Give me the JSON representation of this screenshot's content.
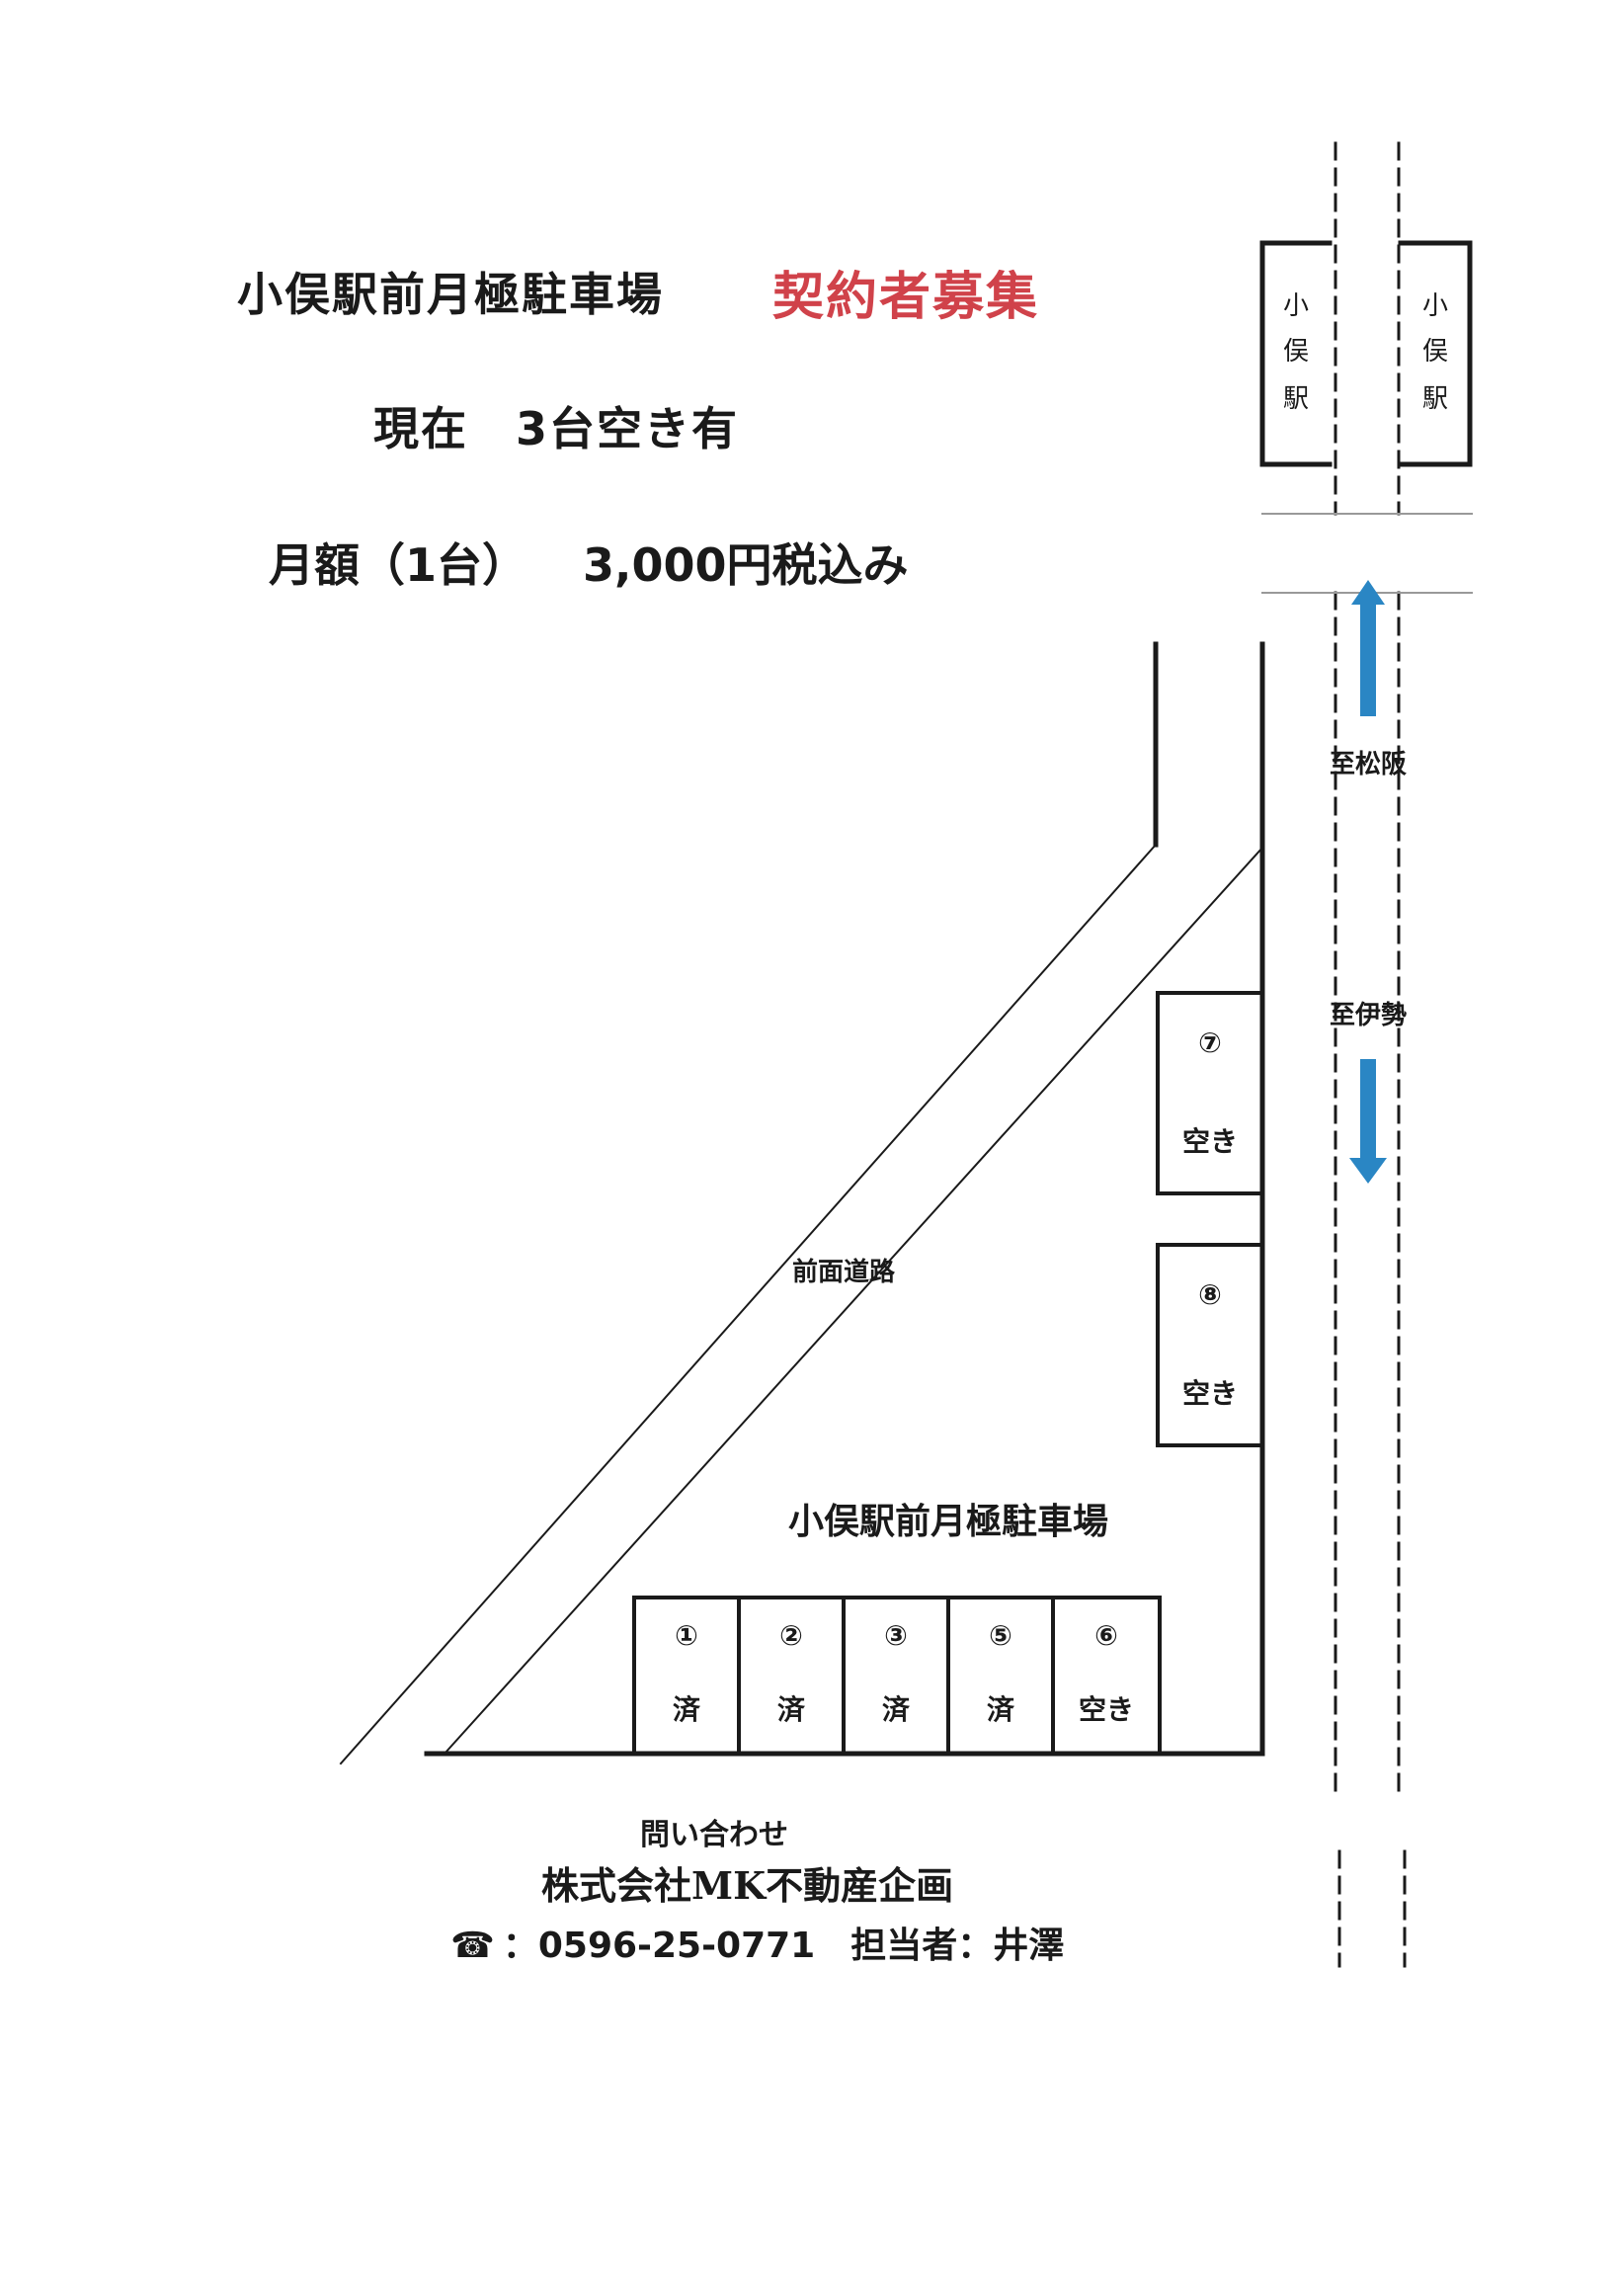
{
  "header": {
    "title": "小俣駅前月極駐車場",
    "recruit": "契約者募集",
    "availability": "現在　3台空き有",
    "price_label": "月額（1台）",
    "price_value": "3,000円税込み"
  },
  "map": {
    "station_left": [
      "小",
      "俣",
      "駅"
    ],
    "station_right": [
      "小",
      "俣",
      "駅"
    ],
    "to_matsusaka": "至松阪",
    "to_ise": "至伊勢",
    "front_road": "前面道路",
    "lot_name": "小俣駅前月極駐車場",
    "arrow_color": "#2a86c4",
    "bottom_spaces": [
      {
        "number": "①",
        "status": "済"
      },
      {
        "number": "②",
        "status": "済"
      },
      {
        "number": "③",
        "status": "済"
      },
      {
        "number": "⑤",
        "status": "済"
      },
      {
        "number": "⑥",
        "status": "空き"
      }
    ],
    "side_spaces": [
      {
        "number": "⑦",
        "status": "空き"
      },
      {
        "number": "⑧",
        "status": "空き"
      }
    ]
  },
  "contact": {
    "heading": "問い合わせ",
    "company": "株式会社MK不動産企画",
    "phone_icon": "☎",
    "phone_line": "：0596-25-0771　担当者：井澤"
  }
}
